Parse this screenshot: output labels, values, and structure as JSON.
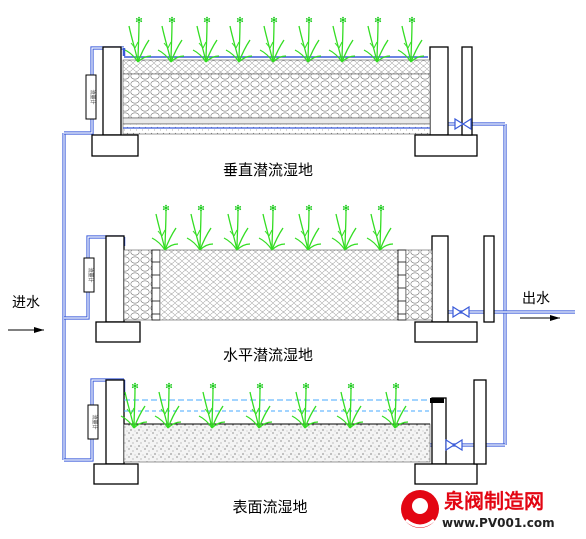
{
  "labels": {
    "inlet": "进水",
    "outlet": "出水",
    "flowmeter": "流量计"
  },
  "wetlands": [
    {
      "name": "垂直潜流湿地"
    },
    {
      "name": "水平潜流湿地"
    },
    {
      "name": "表面流湿地"
    }
  ],
  "watermark": {
    "brand": "泉阀制造网",
    "url": "www.PV001.com"
  },
  "colors": {
    "pipe": "#3a5bd9",
    "water": "#44aaff",
    "plant": "#33dd22",
    "flower": "#22cc22",
    "outline": "#000000",
    "watermark": "#e30613"
  }
}
